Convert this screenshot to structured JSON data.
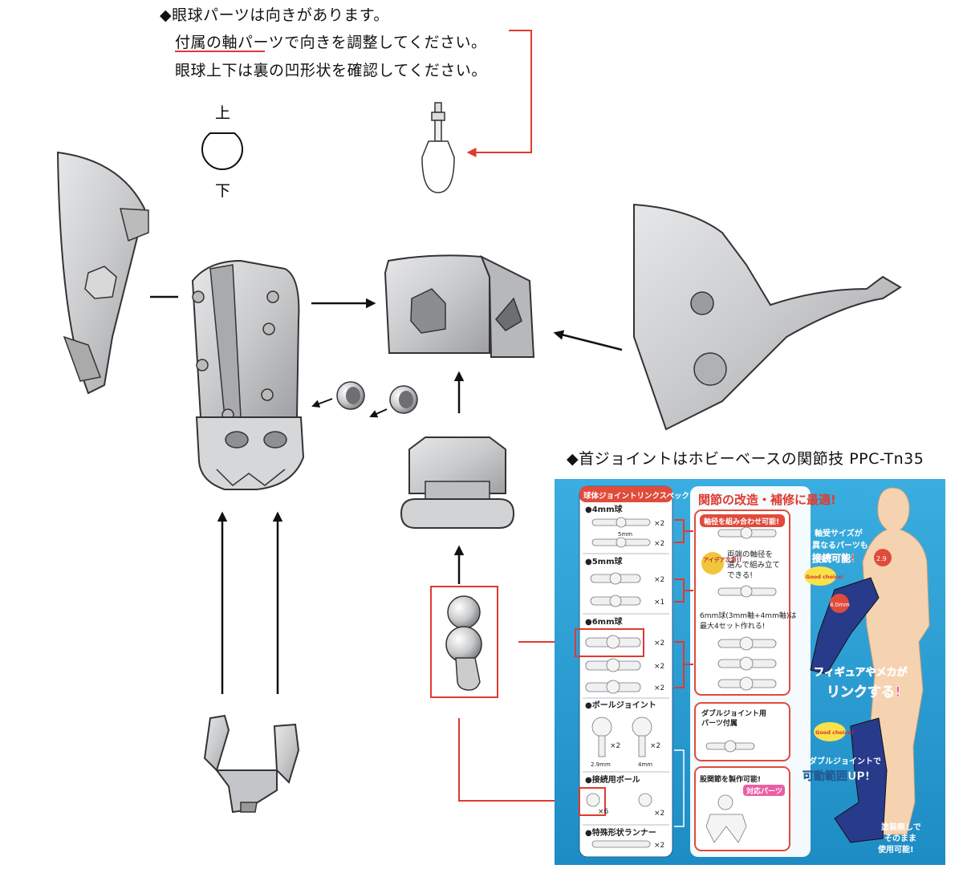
{
  "notes": {
    "eye_orientation": "◆眼球パーツは向きがあります。",
    "eye_adjust": "付属の軸パーツで向きを調整してください。",
    "eye_updown": "眼球上下は裏の凹形状を確認してください。",
    "neck_joint": "◆首ジョイントはホビーベースの関節技 PPC-Tn35"
  },
  "orientation": {
    "top": "上",
    "bottom": "下"
  },
  "panel": {
    "spec_title": "球体ジョイントリンクスペック",
    "headline": "関節の改造・補修に最適!",
    "ball_4mm": "●4mm球",
    "ball_5mm": "●5mm球",
    "ball_6mm": "●6mm球",
    "ball_joint": "●ボールジョイント",
    "connect_ball": "●接続用ボール",
    "special_runner": "●特殊形状ランナー",
    "combine_diameter": "軸径を組み合わせ可能!",
    "choose_text_1": "両端の軸径を",
    "choose_text_2": "選んで組み立て",
    "choose_text_3": "できる!",
    "idea": "アイデア次第!!",
    "six_mm_text_1": "6mm球(3mm軸+4mm軸)は",
    "six_mm_text_2": "最大4セット作れる!",
    "double_joint": "ダブルジョイント用",
    "double_joint_2": "パーツ付属",
    "shares_joint": "股関節を製作可能!",
    "compatible": "対応パーツ",
    "different_size_1": "軸受サイズが",
    "different_size_2": "異なるパーツも",
    "different_size_3": "接続可能!",
    "good_choice": "Good choice!",
    "link_1": "フィギュアやメカが",
    "link_2": "リンクする!",
    "double_range_1": "ダブルジョイントで",
    "double_range_2": "可動範囲UP!",
    "no_paint_1": "塗装無しで",
    "no_paint_2": "そのまま",
    "no_paint_3": "使用可能!",
    "x2": "×2",
    "x1": "×1",
    "x6": "×6",
    "mm_2_9": "2.9mm",
    "mm_4_0": "4.0mm",
    "mm_4": "4mm",
    "mm_5": "5mm",
    "mm_2_9_short": "2.9",
    "mm_4_short": "4"
  },
  "colors": {
    "red": "#e03a2f",
    "panel_blue": "#2b9fd3",
    "panel_white": "#ffffff",
    "part_gray": "#cfd0d2",
    "outline": "#3a3a3a"
  }
}
